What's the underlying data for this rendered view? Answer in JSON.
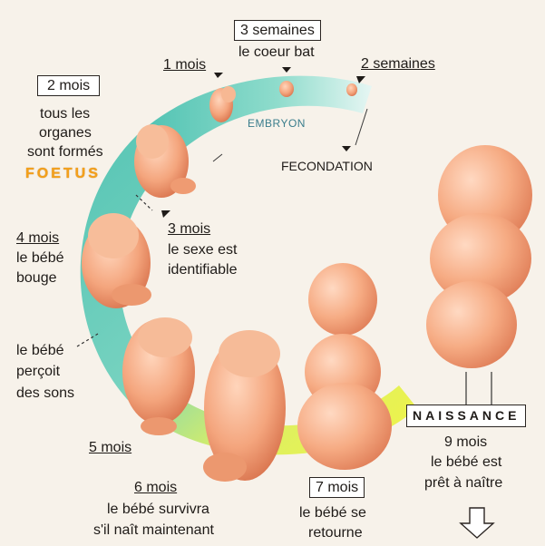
{
  "colors": {
    "background": "#f7f2ea",
    "ring_teal": "#57c6b6",
    "ring_light": "#bfe9e3",
    "ring_yellow": "#ecf24a",
    "embryo_skin": "#f1a57c",
    "foetus_word": "#f3a21a"
  },
  "stages": {
    "week2": "2 semaines",
    "week3_title": "3 semaines",
    "week3_desc": "le coeur bat",
    "month1": "1 mois",
    "month2_title": "2 mois",
    "month2_desc": [
      "tous les",
      "organes",
      "sont formés"
    ],
    "foetus": "FOETUS",
    "embryon": "EMBRYON",
    "fecondation": "FECONDATION",
    "month3_title": "3 mois",
    "month3_desc": [
      "le sexe est",
      "identifiable"
    ],
    "month4_title": "4 mois",
    "month4_desc": [
      "le bébé",
      "bouge"
    ],
    "sounds_desc": [
      "le bébé",
      "perçoit",
      "des sons"
    ],
    "month5": "5 mois",
    "month6_title": "6 mois",
    "month6_desc": [
      "le bébé survivra",
      "s'il naît maintenant"
    ],
    "month7_title": "7 mois",
    "month7_desc": [
      "le bébé se",
      "retourne"
    ],
    "naissance": "NAISSANCE",
    "month9_desc": [
      "9 mois",
      "le bébé est",
      "prêt à naître"
    ]
  },
  "icons": [
    "arrow-down-icon",
    "pointer-triangle-icon"
  ]
}
